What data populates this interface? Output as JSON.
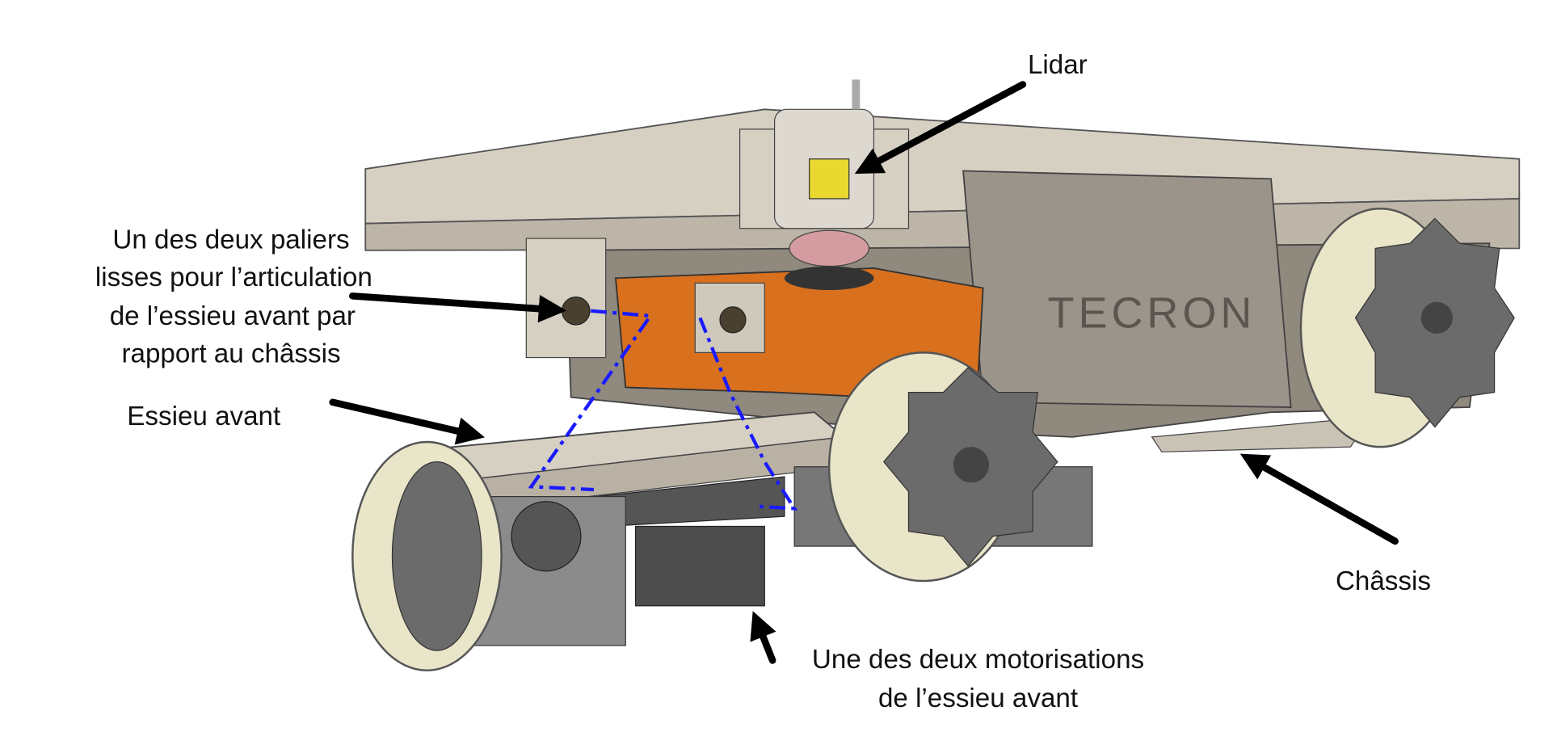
{
  "labels": {
    "lidar": "Lidar",
    "bearing": [
      "Un des deux paliers",
      "lisses pour l’articulation",
      "de l’essieu avant par",
      "rapport au châssis"
    ],
    "front_axle": "Essieu avant",
    "chassis": "Châssis",
    "motor": [
      "Une des deux motorisations",
      "de l’essieu avant"
    ]
  },
  "logo": "TECRON",
  "colors": {
    "frame": "#d6d0c3",
    "frame_dark": "#9c968a",
    "orange": "#d8701e",
    "wheel": "#666666",
    "roller": "#e9e5c9",
    "annotation_blue": "#1a1aff"
  }
}
